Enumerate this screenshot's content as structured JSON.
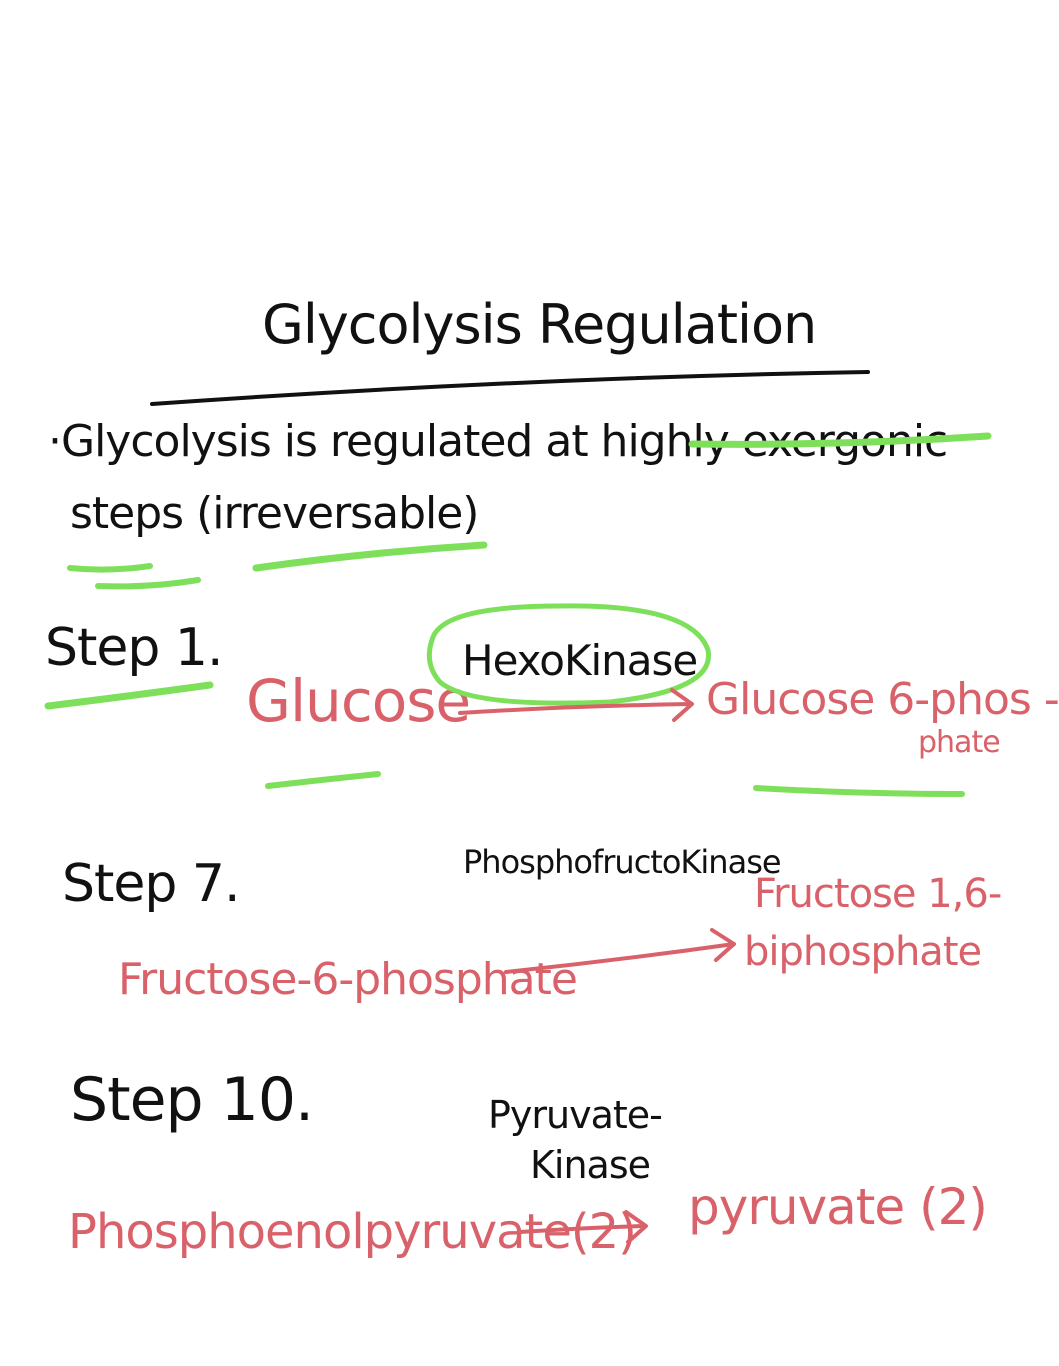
{
  "colors": {
    "ink_black": "#111111",
    "ink_red": "#d9616a",
    "highlight_green": "#7ee05a"
  },
  "title": "Glycolysis Regulation",
  "intro": {
    "line1": "·Glycolysis is regulated at highly exergonic",
    "line2": "steps (irreversable)"
  },
  "steps": [
    {
      "label": "Step 1.",
      "substrate": "Glucose",
      "enzyme": "HexoKinase",
      "product_line1": "Glucose 6-phos -",
      "product_line2": "phate"
    },
    {
      "label": "Step 7.",
      "substrate": "Fructose-6-phosphate",
      "enzyme": "PhosphofructoKinase",
      "product_line1": "Fructose 1,6-",
      "product_line2": "biphosphate"
    },
    {
      "label": "Step 10.",
      "substrate": "Phosphoenolpyruvate(2)",
      "enzyme_line1": "Pyruvate-",
      "enzyme_line2": "Kinase",
      "product": "pyruvate (2)"
    }
  ]
}
